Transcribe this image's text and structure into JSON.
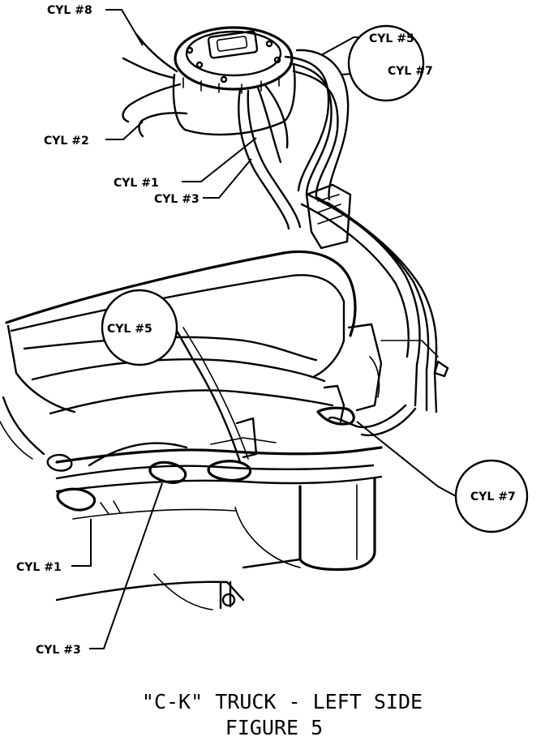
{
  "labels": {
    "cyl8_top": "CYL #8",
    "cyl2": "CYL #2",
    "cyl1_upper": "CYL #1",
    "cyl3_upper": "CYL #3",
    "cyl5_top": "CYL #5",
    "cyl7_top": "CYL #7",
    "cyl5_mid": "CYL #5",
    "cyl7_right": "CYL #7",
    "cyl1_lower": "CYL #1",
    "cyl3_lower": "CYL #3"
  },
  "caption": {
    "line1": "\"C-K\" TRUCK - LEFT SIDE",
    "line2": "FIGURE 5"
  }
}
